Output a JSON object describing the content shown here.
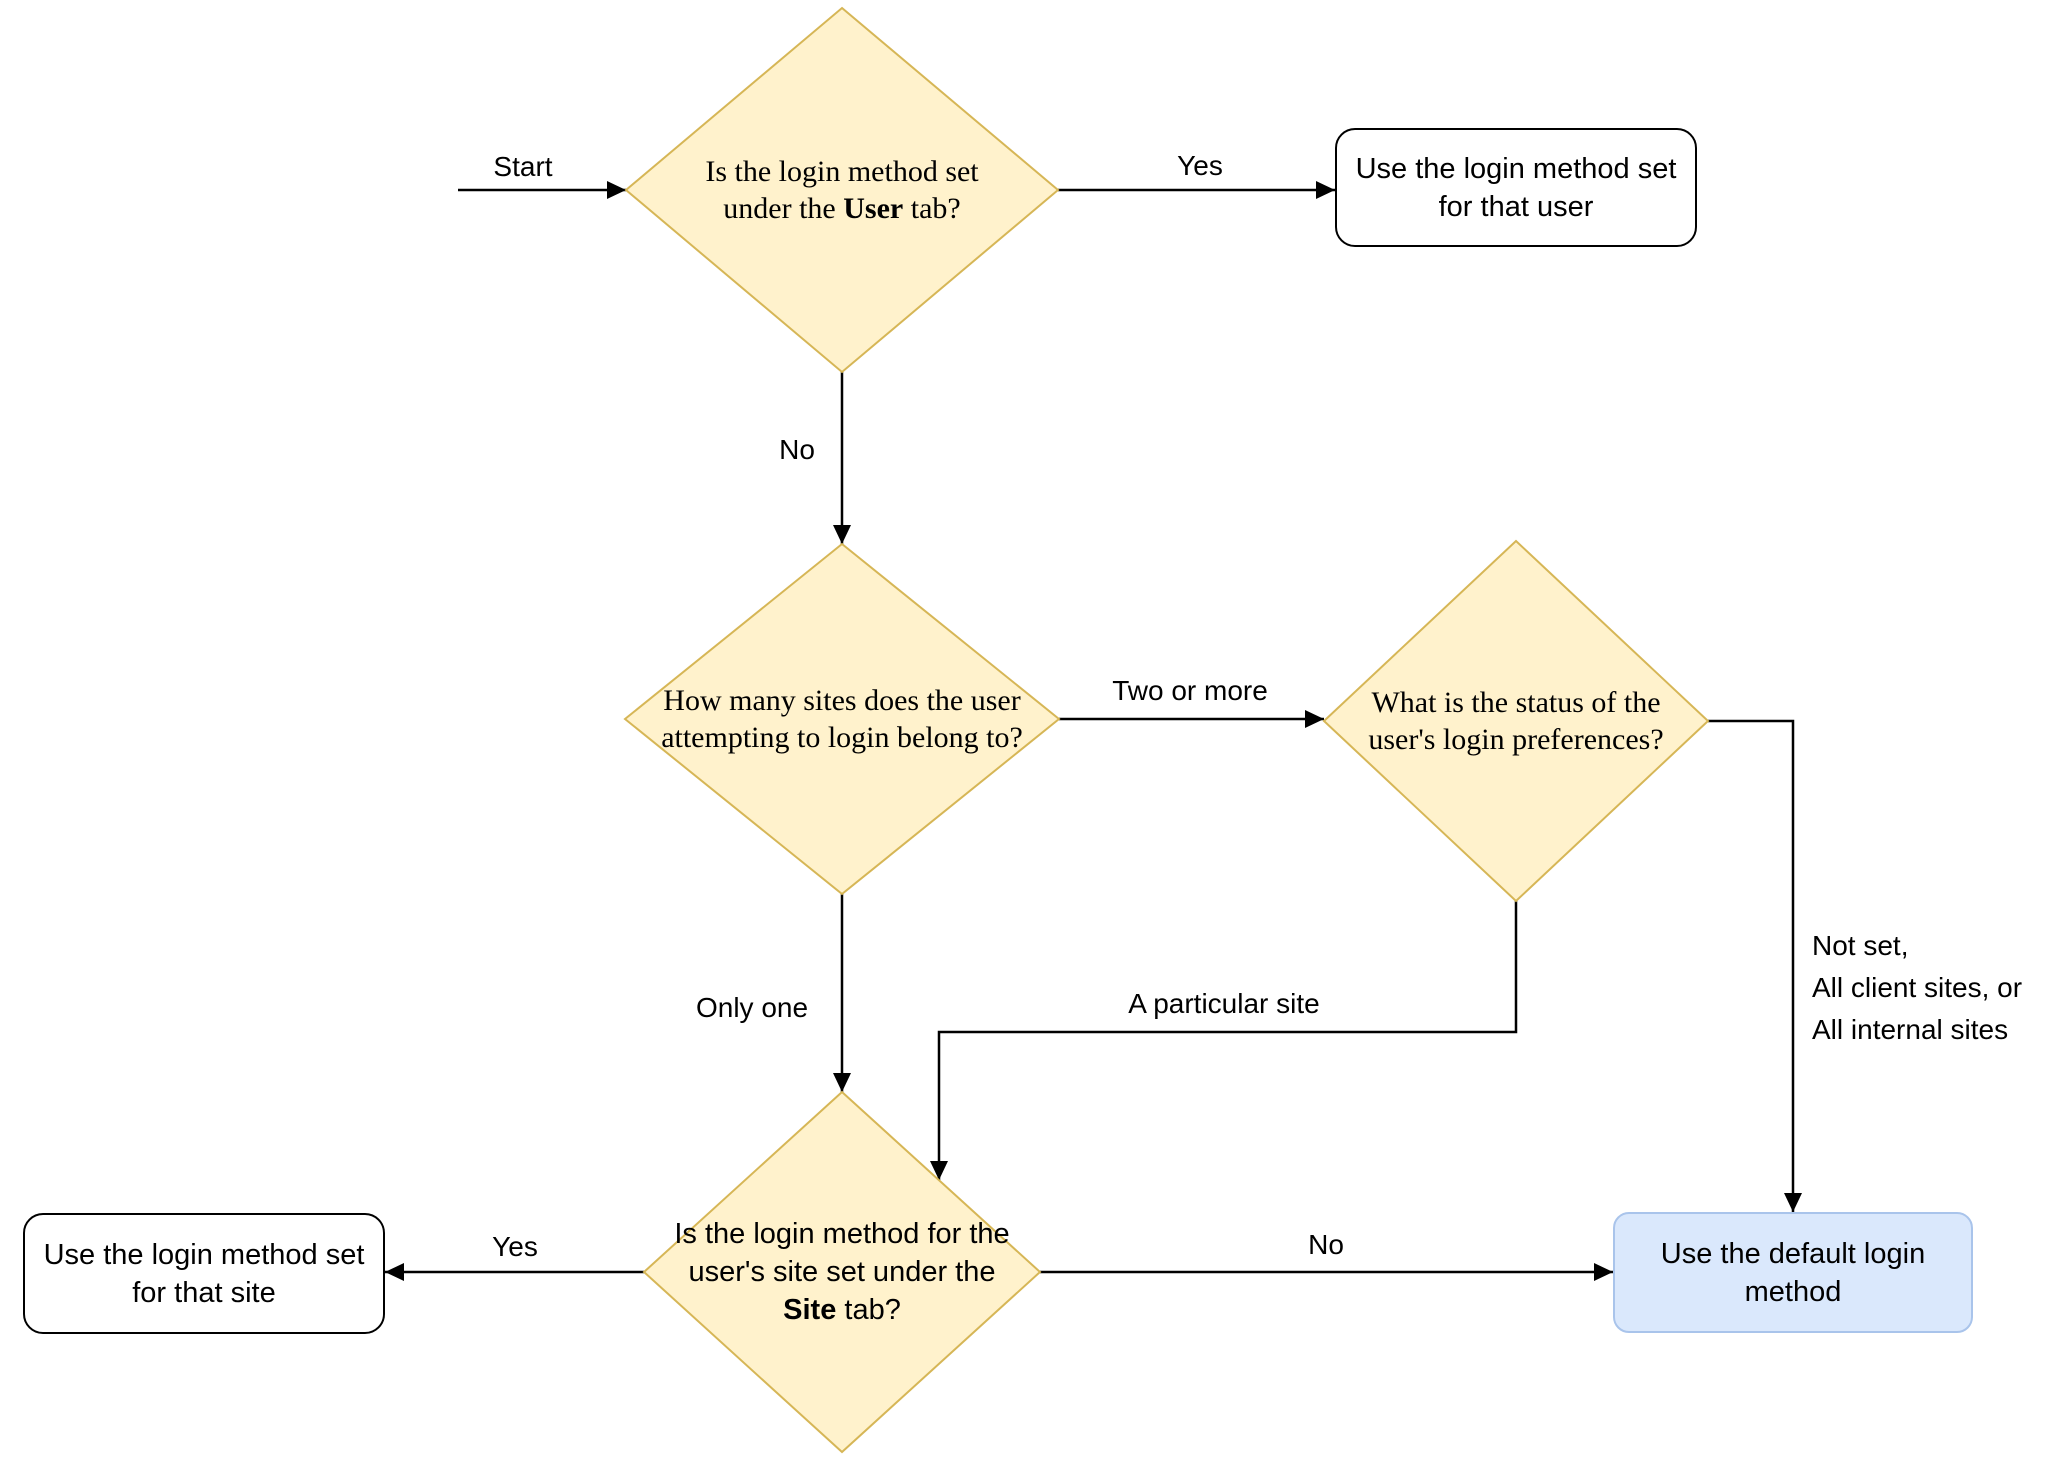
{
  "nodes": {
    "d1": {
      "text_before": "Is the login method set under the ",
      "bold": "User",
      "text_after": " tab?"
    },
    "d2": {
      "text": "How many sites does the user attempting to login belong to?"
    },
    "d3": {
      "text": "What is the status of the user's login preferences?"
    },
    "d4": {
      "text_before": "Is the login method for the user's site set under the ",
      "bold": "Site",
      "text_after": " tab?"
    },
    "box_user": {
      "text": "Use the login method set for that user"
    },
    "box_site": {
      "text": "Use the login method set for that site"
    },
    "box_default": {
      "text": "Use the default login method"
    }
  },
  "labels": {
    "start": "Start",
    "yes_user": "Yes",
    "no_user": "No",
    "two_or_more": "Two or more",
    "only_one": "Only one",
    "a_particular_site": "A particular site",
    "not_set": "Not set,\nAll client sites, or\nAll internal sites",
    "yes_site": "Yes",
    "no_site": "No"
  },
  "colors": {
    "diamond_fill": "#FFF2CC",
    "diamond_stroke": "#D6B656",
    "default_fill": "#DAE8FC",
    "default_stroke": "#A9C4EB",
    "line": "#000000"
  }
}
